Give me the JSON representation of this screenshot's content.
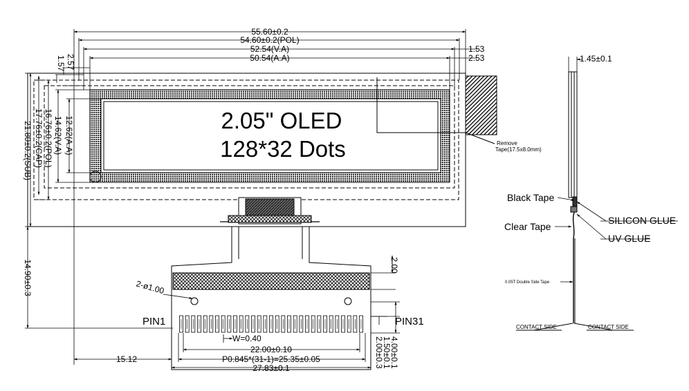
{
  "display": {
    "title_line1": "2.05\" OLED",
    "title_line2": "128*32 Dots"
  },
  "dimensions": {
    "width_sub": "55.60±0.2",
    "width_pol": "54.60±0.2(POL)",
    "width_va": "52.54(V.A)",
    "width_aa": "50.54(A.A)",
    "right_153": "1.53",
    "right_253": "2.53",
    "left_257": "2.57",
    "left_157": "1.57",
    "height_aa": "12.62(A.A)",
    "height_va": "14.62(V.A)",
    "height_pol": "16.76±0.2(POL)",
    "height_cap": "17.76±0.2(CAP)",
    "height_sub": "21.80±0.2(SUB)",
    "fpc_length": "14.90±0.3",
    "fpc_offset": "15.12",
    "fpc_hatch": "2.00",
    "holes": "2-ø1.00",
    "pin_width": "W=0.40",
    "pin_span": "22.00±0.10",
    "pitch": "P0.845*(31-1)=25.35±0.05",
    "fpc_width": "27.83±0.1",
    "dim_400": "4.00±0.1",
    "dim_150": "1.50±0.1",
    "dim_200": "2.00±0.3",
    "thickness": "1.45±0.1"
  },
  "pins": {
    "first": "PIN1",
    "last": "PIN31"
  },
  "notes": {
    "remove_tape_1": "Remove",
    "remove_tape_2": "Tape(17.5x8.0mm)"
  },
  "side_view": {
    "black_tape": "Black Tape",
    "clear_tape": "Clear Tape",
    "silicon_glue": "SILICON GLUE",
    "uv_glue": "UV GLUE",
    "double_side_tape": "0.05T Double Side Tape",
    "contact_left": "CONTACT SIDE",
    "contact_right": "CONTACT SIDE"
  }
}
